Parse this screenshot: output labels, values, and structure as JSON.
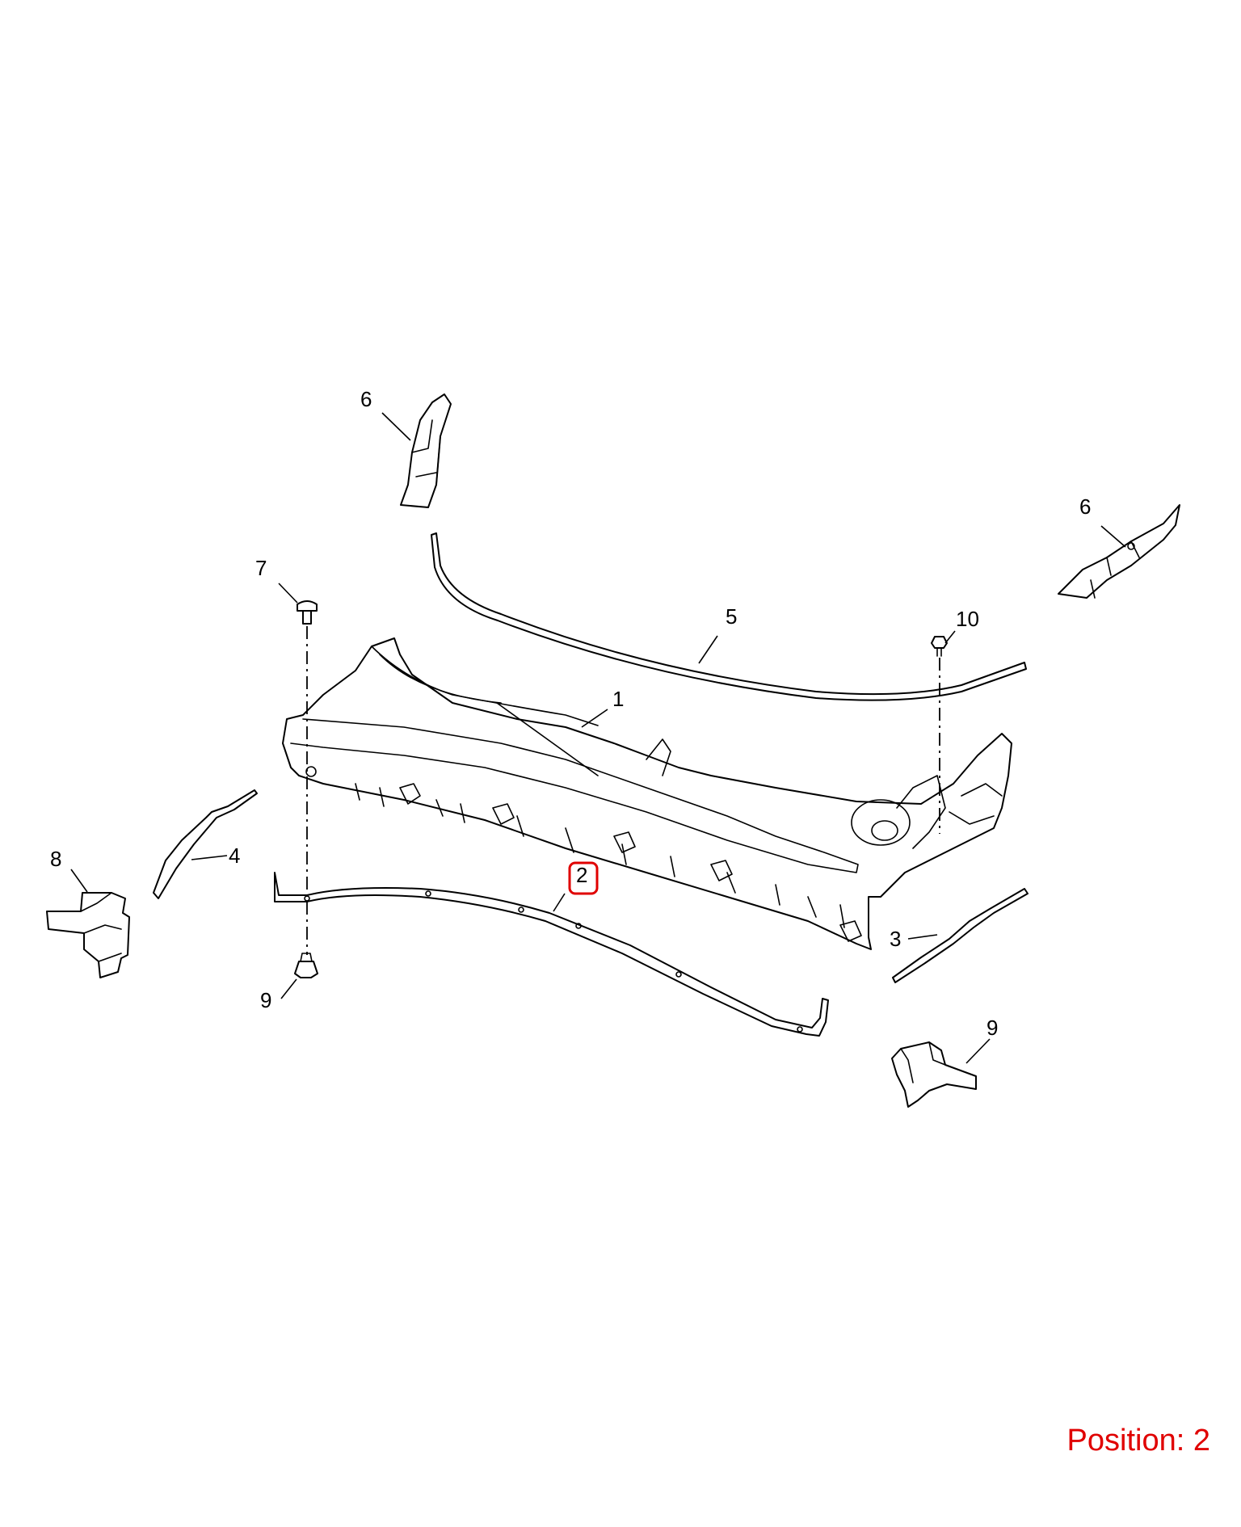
{
  "callouts": [
    {
      "id": "part-1",
      "label": "1"
    },
    {
      "id": "part-2",
      "label": "2",
      "highlighted": true
    },
    {
      "id": "part-3",
      "label": "3"
    },
    {
      "id": "part-4",
      "label": "4"
    },
    {
      "id": "part-5",
      "label": "5"
    },
    {
      "id": "part-6-left",
      "label": "6"
    },
    {
      "id": "part-6-right",
      "label": "6"
    },
    {
      "id": "part-7",
      "label": "7"
    },
    {
      "id": "part-8",
      "label": "8"
    },
    {
      "id": "part-9-left",
      "label": "9"
    },
    {
      "id": "part-9-right",
      "label": "9"
    },
    {
      "id": "part-10",
      "label": "10"
    }
  ],
  "position_label": "Position: 2",
  "colors": {
    "highlight": "#e00000",
    "line": "#000000",
    "background": "#ffffff"
  }
}
